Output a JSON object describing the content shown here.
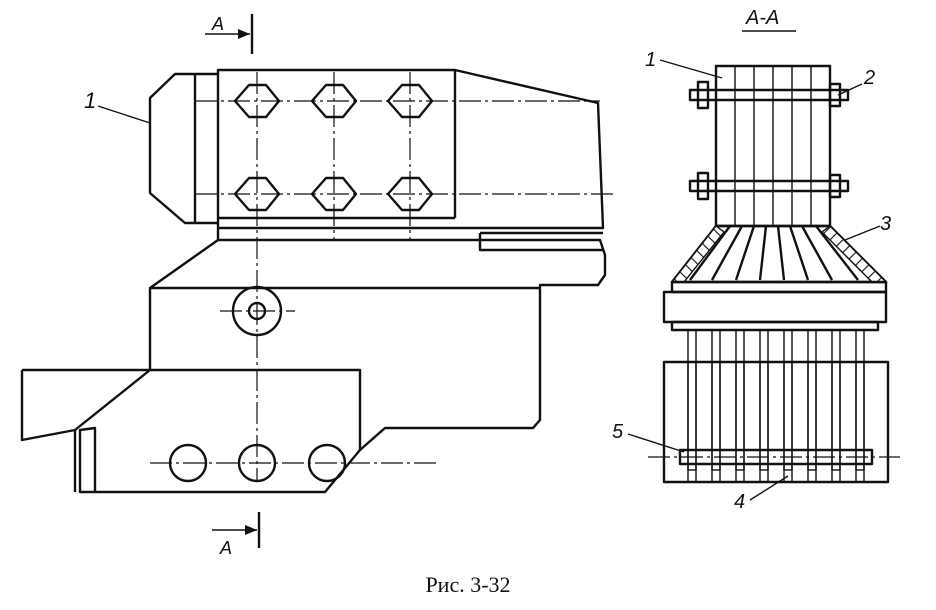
{
  "section_mark": {
    "letter": "A"
  },
  "section_title": "A-A",
  "labels": {
    "left_part": "1",
    "l1": "1",
    "l2": "2",
    "l3": "3",
    "l4": "4",
    "l5": "5"
  },
  "caption": "Рис.  3-32"
}
